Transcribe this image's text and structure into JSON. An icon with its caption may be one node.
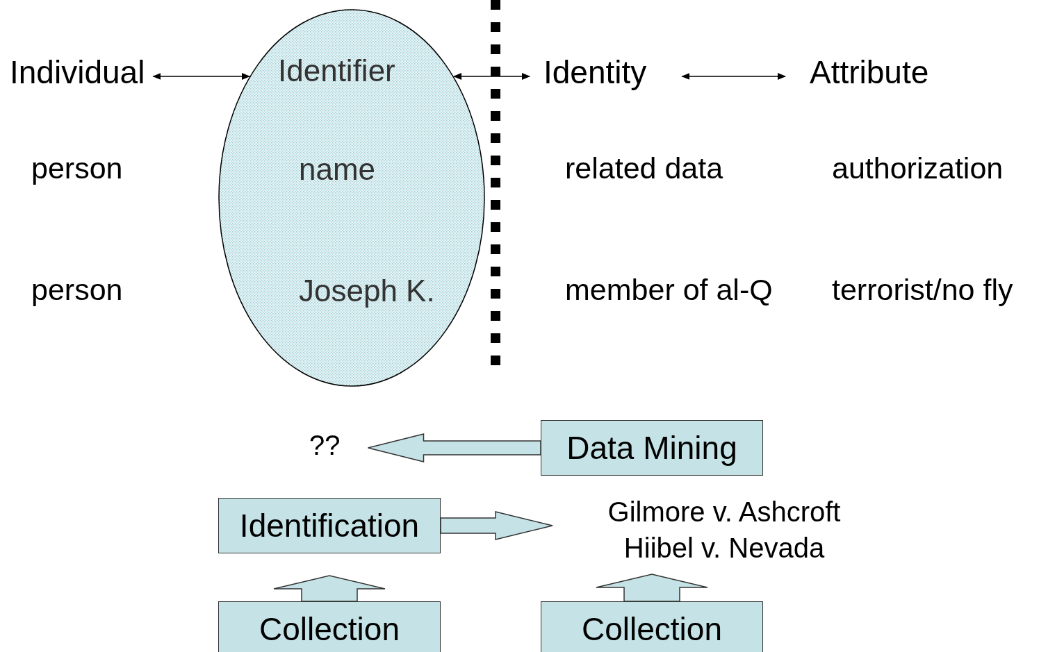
{
  "diagram": {
    "nodes": [
      {
        "text": [
          "Individual"
        ]
      },
      {
        "text": [
          "Identifier",
          "name",
          "Joseph K."
        ]
      },
      {
        "text": [
          "Identity"
        ]
      },
      {
        "text": [
          "Attribute"
        ]
      },
      {
        "text": [
          "??"
        ]
      },
      {
        "text": [
          "Data Mining"
        ]
      },
      {
        "text": [
          "Identification"
        ]
      },
      {
        "text": [
          "Gilmore v. Ashcroft",
          "Hiibel v. Nevada"
        ]
      },
      {
        "text": [
          "Collection"
        ]
      },
      {
        "text": [
          "Collection"
        ]
      }
    ],
    "edges": [
      {
        "from": 0,
        "to": 1,
        "arrow": "both"
      },
      {
        "from": 1,
        "to": 2,
        "arrow": "both"
      },
      {
        "from": 2,
        "to": 3,
        "arrow": "both"
      },
      {
        "from": 5,
        "to": 4,
        "arrow": "to"
      },
      {
        "from": 6,
        "to": 7,
        "arrow": "to"
      },
      {
        "from": 8,
        "to": 6,
        "arrow": "to"
      },
      {
        "from": 9,
        "to": 7,
        "arrow": "to"
      }
    ],
    "labels": [
      "person",
      "related data",
      "authorization",
      "person",
      "member of al-Q",
      "terrorist/no fly"
    ]
  }
}
